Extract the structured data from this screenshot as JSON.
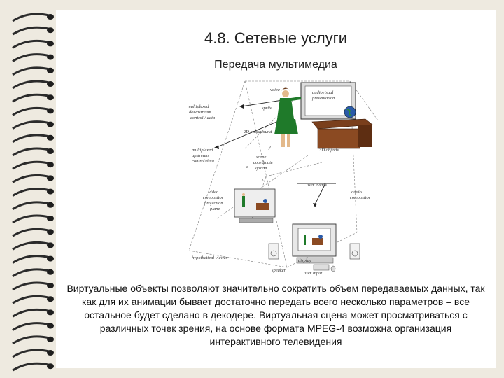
{
  "slide": {
    "title": "4.8. Сетевые услуги",
    "subtitle": "Передача мультимедиа",
    "body": "Виртуальные объекты позволяют значительно сократить объем передаваемых данных, так как для их анимации бывает достаточно передать всего несколько параметров – все остальное будет сделано в декодере. Виртуальная сцена может просматриваться с различных точек зрения, на основе формата MPEG-4 возможна организация интерактивного телевидения"
  },
  "diagram": {
    "labels": {
      "voice": "voice",
      "sprite": "sprite",
      "audiovisual": "audiovisual",
      "presentation": "presentation",
      "multiplexed": "multiplexed",
      "downstream": "downstream",
      "control_data": "control / data",
      "background_2d": "2D background",
      "objects_3d": "3D objects",
      "multiplexed_upstream": "multiplexed",
      "upstream": "upstream",
      "control_data_2": "control/data",
      "scene": "scene",
      "coordinate": "coordinate",
      "system": "system",
      "x": "x",
      "y": "y",
      "z": "z",
      "user_events": "user events",
      "audio": "audio",
      "compositor": "compositor",
      "video": "video",
      "compositor2": "compositor",
      "projection": "projection",
      "plane": "plane",
      "hypothetical_viewer": "hypothetical viewer",
      "display": "display",
      "speaker": "speaker",
      "user_input": "user input"
    }
  }
}
